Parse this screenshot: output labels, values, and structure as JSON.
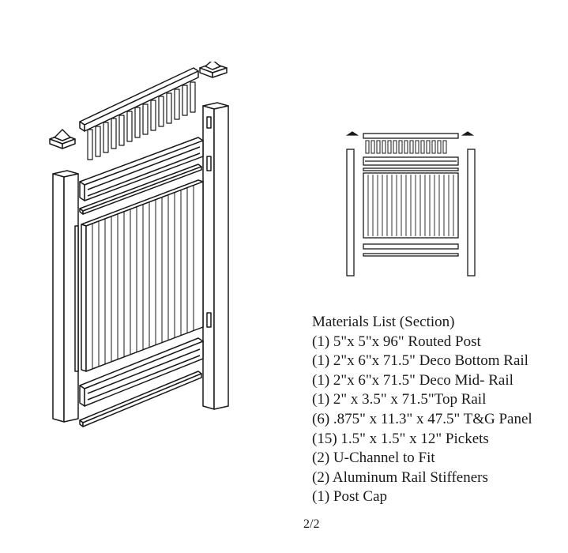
{
  "materials": {
    "title": "Materials List (Section)",
    "items": [
      "(1) 5\"x 5\"x 96\" Routed Post",
      "(1) 2\"x 6\"x 71.5\" Deco Bottom Rail",
      "(1) 2\"x 6\"x 71.5\" Deco Mid- Rail",
      "(1) 2\" x 3.5\" x 71.5\"Top Rail",
      "(6) .875\" x 11.3\" x 47.5\" T&G Panel",
      "(15) 1.5\" x 1.5\" x 12\" Pickets",
      "(2) U-Channel to Fit",
      "(2) Aluminum Rail Stiffeners",
      "(1) Post Cap"
    ]
  },
  "page_number": "2/2",
  "illustrations": {
    "exploded_view": "exploded-fence-section",
    "front_view": "assembled-fence-section-front"
  }
}
